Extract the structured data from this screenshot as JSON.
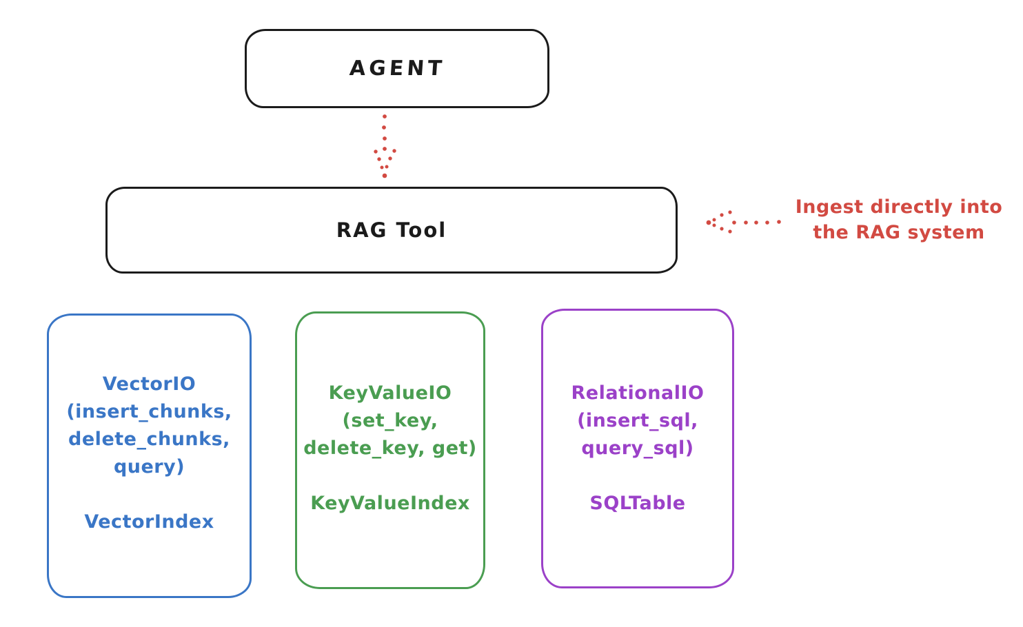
{
  "nodes": {
    "agent": {
      "label": "AGENT",
      "border_color": "#1b1b1b"
    },
    "rag_tool": {
      "label": "RAG Tool",
      "border_color": "#1b1b1b"
    }
  },
  "connectors": {
    "agent_to_rag_tool": {
      "style": "dotted",
      "direction": "down",
      "color": "#d24a42"
    },
    "annotation_to_rag_tool": {
      "style": "dotted",
      "direction": "left",
      "color": "#d24a42"
    }
  },
  "annotation": {
    "color": "#d24a42",
    "lines": [
      "Ingest directly into",
      "the RAG system"
    ]
  },
  "backends": [
    {
      "color": "#3a76c6",
      "lines": [
        "VectorIO",
        "(insert_chunks,",
        "delete_chunks,",
        "query)"
      ],
      "index_label": "VectorIndex"
    },
    {
      "color": "#4a9d51",
      "lines": [
        "KeyValueIO",
        "(set_key,",
        "delete_key, get)"
      ],
      "index_label": "KeyValueIndex"
    },
    {
      "color": "#9b41c8",
      "lines": [
        "RelationalIO",
        "(insert_sql,",
        "query_sql)"
      ],
      "index_label": "SQLTable"
    }
  ]
}
